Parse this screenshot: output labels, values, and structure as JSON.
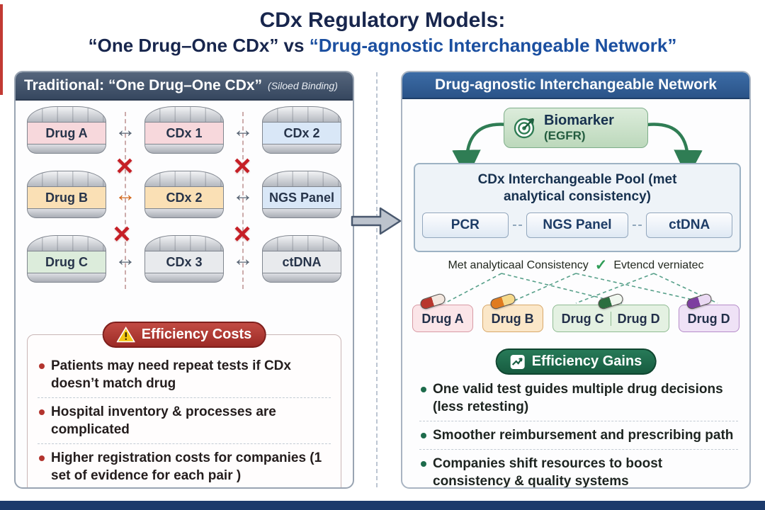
{
  "title": "CDx Regulatory Models:",
  "subtitle": {
    "left": "“One Drug–One CDx” vs ",
    "right": "“Drug-agnostic Interchangeable Network”"
  },
  "symbols": {
    "link_arrow": "↔",
    "cross": "×"
  },
  "palette": {
    "navy": "#18264d",
    "accent_blue": "#1b4fa0",
    "cost_red": "#9c2b26",
    "gain_green": "#175c40",
    "silo_pink": "#f7d8dc",
    "silo_orange": "#fae0b5",
    "silo_blue": "#d9e7f7",
    "silo_green": "#dcecdb",
    "silo_gray": "#e8eaed"
  },
  "left_panel": {
    "header": "Traditional: “One Drug–One CDx”",
    "header_note": "(Siloed Binding)",
    "silo_rows": [
      {
        "cells": [
          {
            "label": "Drug A"
          },
          {
            "label": "CDx 1"
          },
          {
            "label": "CDx 2"
          }
        ]
      },
      {
        "cells": [
          {
            "label": "Drug B"
          },
          {
            "label": "CDx 2"
          },
          {
            "label": "NGS Panel"
          }
        ]
      },
      {
        "cells": [
          {
            "label": "Drug C"
          },
          {
            "label": "CDx 3"
          },
          {
            "label": "ctDNA"
          }
        ]
      }
    ],
    "efficiency": {
      "badge": "Efficiency Costs",
      "items": [
        "Patients may need repeat tests if CDx doesn’t match drug",
        "Hospital inventory & processes are complicated",
        "Higher registration costs for companies (1 set of evidence for each pair )"
      ]
    }
  },
  "right_panel": {
    "header": "Drug-agnostic Interchangeable Network",
    "biomarker": {
      "title": "Biomarker",
      "gene": "(EGFR)"
    },
    "pool": {
      "title": "CDx Interchangeable Pool (met analytical consistency)",
      "tests": [
        "PCR",
        "NGS Panel",
        "ctDNA"
      ]
    },
    "consistency": {
      "left": "Met analyticaal Consistency",
      "check": "✓",
      "right": "Evtencd verniatec"
    },
    "drugs": [
      {
        "labels": [
          "Drug A"
        ]
      },
      {
        "labels": [
          "Drug B"
        ]
      },
      {
        "labels": [
          "Drug C",
          "Drug D"
        ]
      },
      {
        "labels": [
          "Drug D"
        ]
      }
    ],
    "efficiency": {
      "badge": "Efficiency Gains",
      "items": [
        "One valid test guides multiple drug decisions (less retesting)",
        "Smoother reimbursement and prescribing path",
        "Companies shift resources to boost consistency & quality systems"
      ]
    }
  }
}
